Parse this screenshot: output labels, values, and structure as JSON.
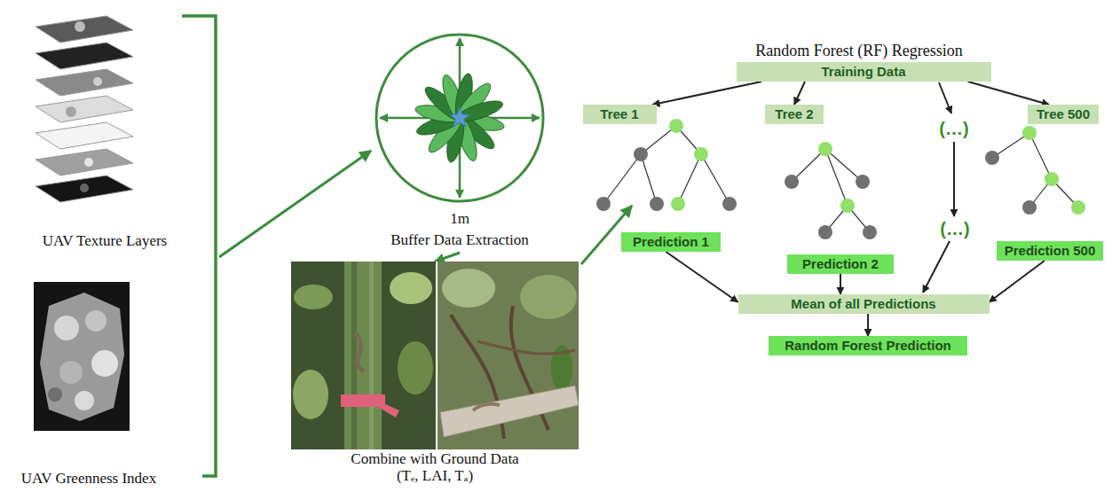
{
  "diagram": {
    "nodes": [
      {
        "text": [
          "1m",
          "Buffer Data Extraction"
        ]
      },
      {
        "text": [
          "Combine with Ground Data (Tₑ, LAI, Tₐ)"
        ]
      },
      {
        "text": [
          "Training Data"
        ]
      },
      {
        "text": [
          "Tree 1"
        ]
      },
      {
        "text": [
          "Tree 2"
        ]
      },
      {
        "text": [
          "Tree 500"
        ]
      },
      {
        "text": [
          "Prediction 1"
        ]
      },
      {
        "text": [
          "Prediction 2"
        ]
      },
      {
        "text": [
          "Prediction 500"
        ]
      },
      {
        "text": [
          "Mean of all Predictions"
        ]
      },
      {
        "text": [
          "Random Forest Prediction"
        ]
      }
    ],
    "edges": [
      {
        "from": 0,
        "to": 1,
        "arrow": "to"
      },
      {
        "from": 2,
        "to": 3,
        "arrow": "to"
      },
      {
        "from": 2,
        "to": 4,
        "arrow": "to"
      },
      {
        "from": 2,
        "to": 5,
        "arrow": "to"
      },
      {
        "from": 6,
        "to": 9,
        "arrow": "to"
      },
      {
        "from": 7,
        "to": 9,
        "arrow": "to"
      },
      {
        "from": 8,
        "to": 9,
        "arrow": "to"
      },
      {
        "from": 9,
        "to": 10,
        "arrow": "to"
      }
    ],
    "labels": [
      "UAV Texture Layers",
      "UAV Greenness Index",
      "Random Forest (RF) Regression",
      "(…)",
      "(…)"
    ]
  }
}
